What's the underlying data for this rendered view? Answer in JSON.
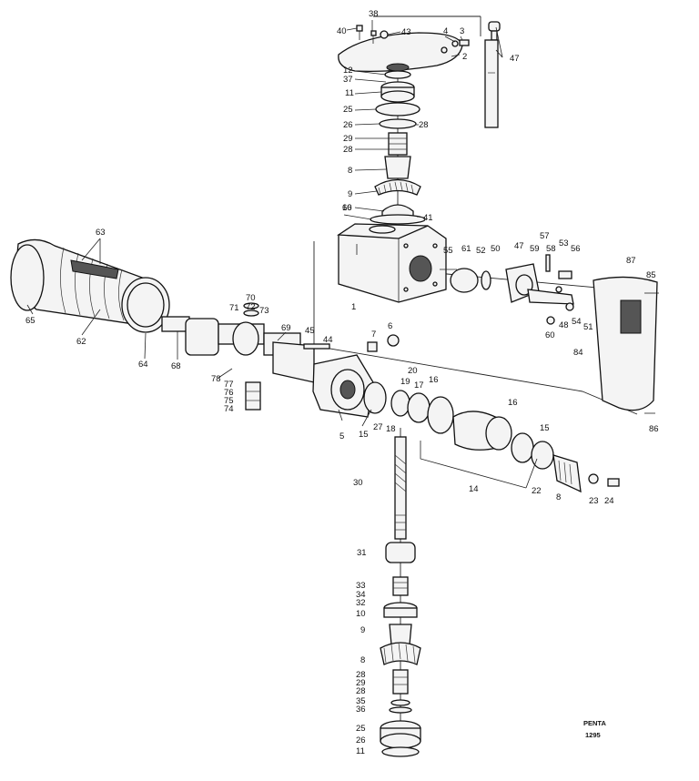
{
  "labels": {
    "n1": "1",
    "n2": "2",
    "n3": "3",
    "n4": "4",
    "n5": "5",
    "n6": "6",
    "n7": "7",
    "n8": "8",
    "n9": "9",
    "n10": "10",
    "n11": "11",
    "n12": "12",
    "n14": "14",
    "n15": "15",
    "n16": "16",
    "n17": "17",
    "n18": "18",
    "n19": "19",
    "n20": "20",
    "n22": "22",
    "n23": "23",
    "n24": "24",
    "n25": "25",
    "n26": "26",
    "n27": "27",
    "n28": "28",
    "n29": "29",
    "n30": "30",
    "n31": "31",
    "n32": "32",
    "n33": "33",
    "n34": "34",
    "n35": "35",
    "n36": "36",
    "n37": "37",
    "n38": "38",
    "n40": "40",
    "n41": "41",
    "n43": "43",
    "n44": "44",
    "n45": "45",
    "n47": "47",
    "n48": "48",
    "n50": "50",
    "n51": "51",
    "n52": "52",
    "n53": "53",
    "n54": "54",
    "n55": "55",
    "n56": "56",
    "n57": "57",
    "n58": "58",
    "n59": "59",
    "n60": "60",
    "n61": "61",
    "n62": "62",
    "n63": "63",
    "n64": "64",
    "n65": "65",
    "n66": "66",
    "n68": "68",
    "n69": "69",
    "n70": "70",
    "n71": "71",
    "n72": "72",
    "n73": "73",
    "n74": "74",
    "n75": "75",
    "n76": "76",
    "n77": "77",
    "n78": "78",
    "n84": "84",
    "n85": "85",
    "n86": "86",
    "n87": "87"
  },
  "caption": {
    "brand": "PENTA",
    "code": "1295"
  }
}
